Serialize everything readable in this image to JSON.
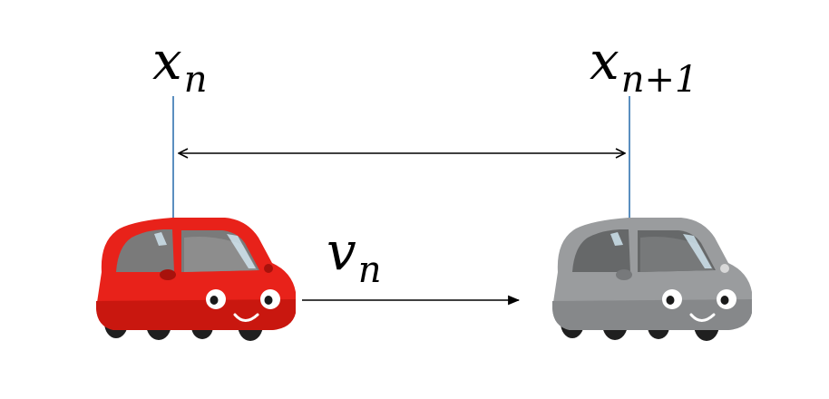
{
  "labels": {
    "position_current": {
      "base": "x",
      "sub": "n"
    },
    "position_next": {
      "base": "x",
      "sub": "n+1"
    },
    "velocity": {
      "base": "v",
      "sub": "n"
    }
  },
  "cars": {
    "front": {
      "color": "#e8221a",
      "shade": "#c0160f"
    },
    "rear": {
      "color": "#9a9c9e",
      "shade": "#7d7f81"
    }
  },
  "colors": {
    "marker_line": "#5b8fc0",
    "arrow": "#000000"
  }
}
